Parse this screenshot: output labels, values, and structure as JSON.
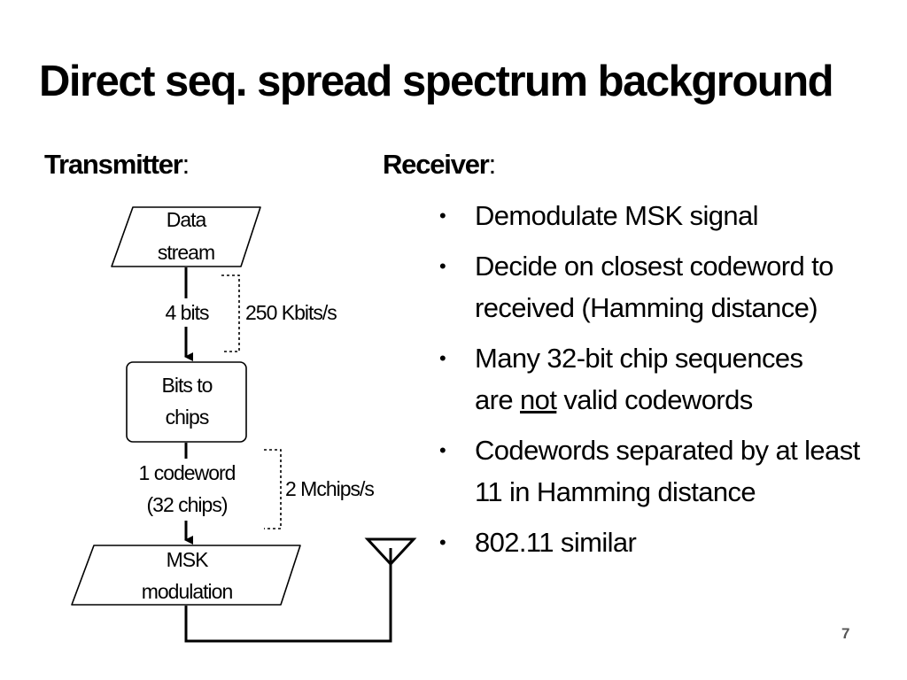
{
  "slide": {
    "title": "Direct seq. spread spectrum background",
    "transmitter_label": "Transmitter",
    "receiver_label": "Receiver",
    "colon": ":",
    "page_number": "7"
  },
  "diagram": {
    "data_stream_line1": "Data",
    "data_stream_line2": "stream",
    "bits_label": "4 bits",
    "bit_rate_label": "250 Kbits/s",
    "bits_to_chips_line1": "Bits to",
    "bits_to_chips_line2": "chips",
    "codeword_line1": "1 codeword",
    "codeword_line2": "(32 chips)",
    "chip_rate_label": "2 Mchips/s",
    "msk_line1": "MSK",
    "msk_line2": "modulation"
  },
  "receiver": {
    "bullet_symbol": "•",
    "items": [
      "Demodulate MSK signal",
      "Decide on closest codeword to received (Hamming distance)",
      "Many 32-bit chip sequences",
      "not",
      "valid codewords",
      "Codewords separated by at least 11 in Hamming distance",
      "802.11 similar",
      "are"
    ]
  }
}
